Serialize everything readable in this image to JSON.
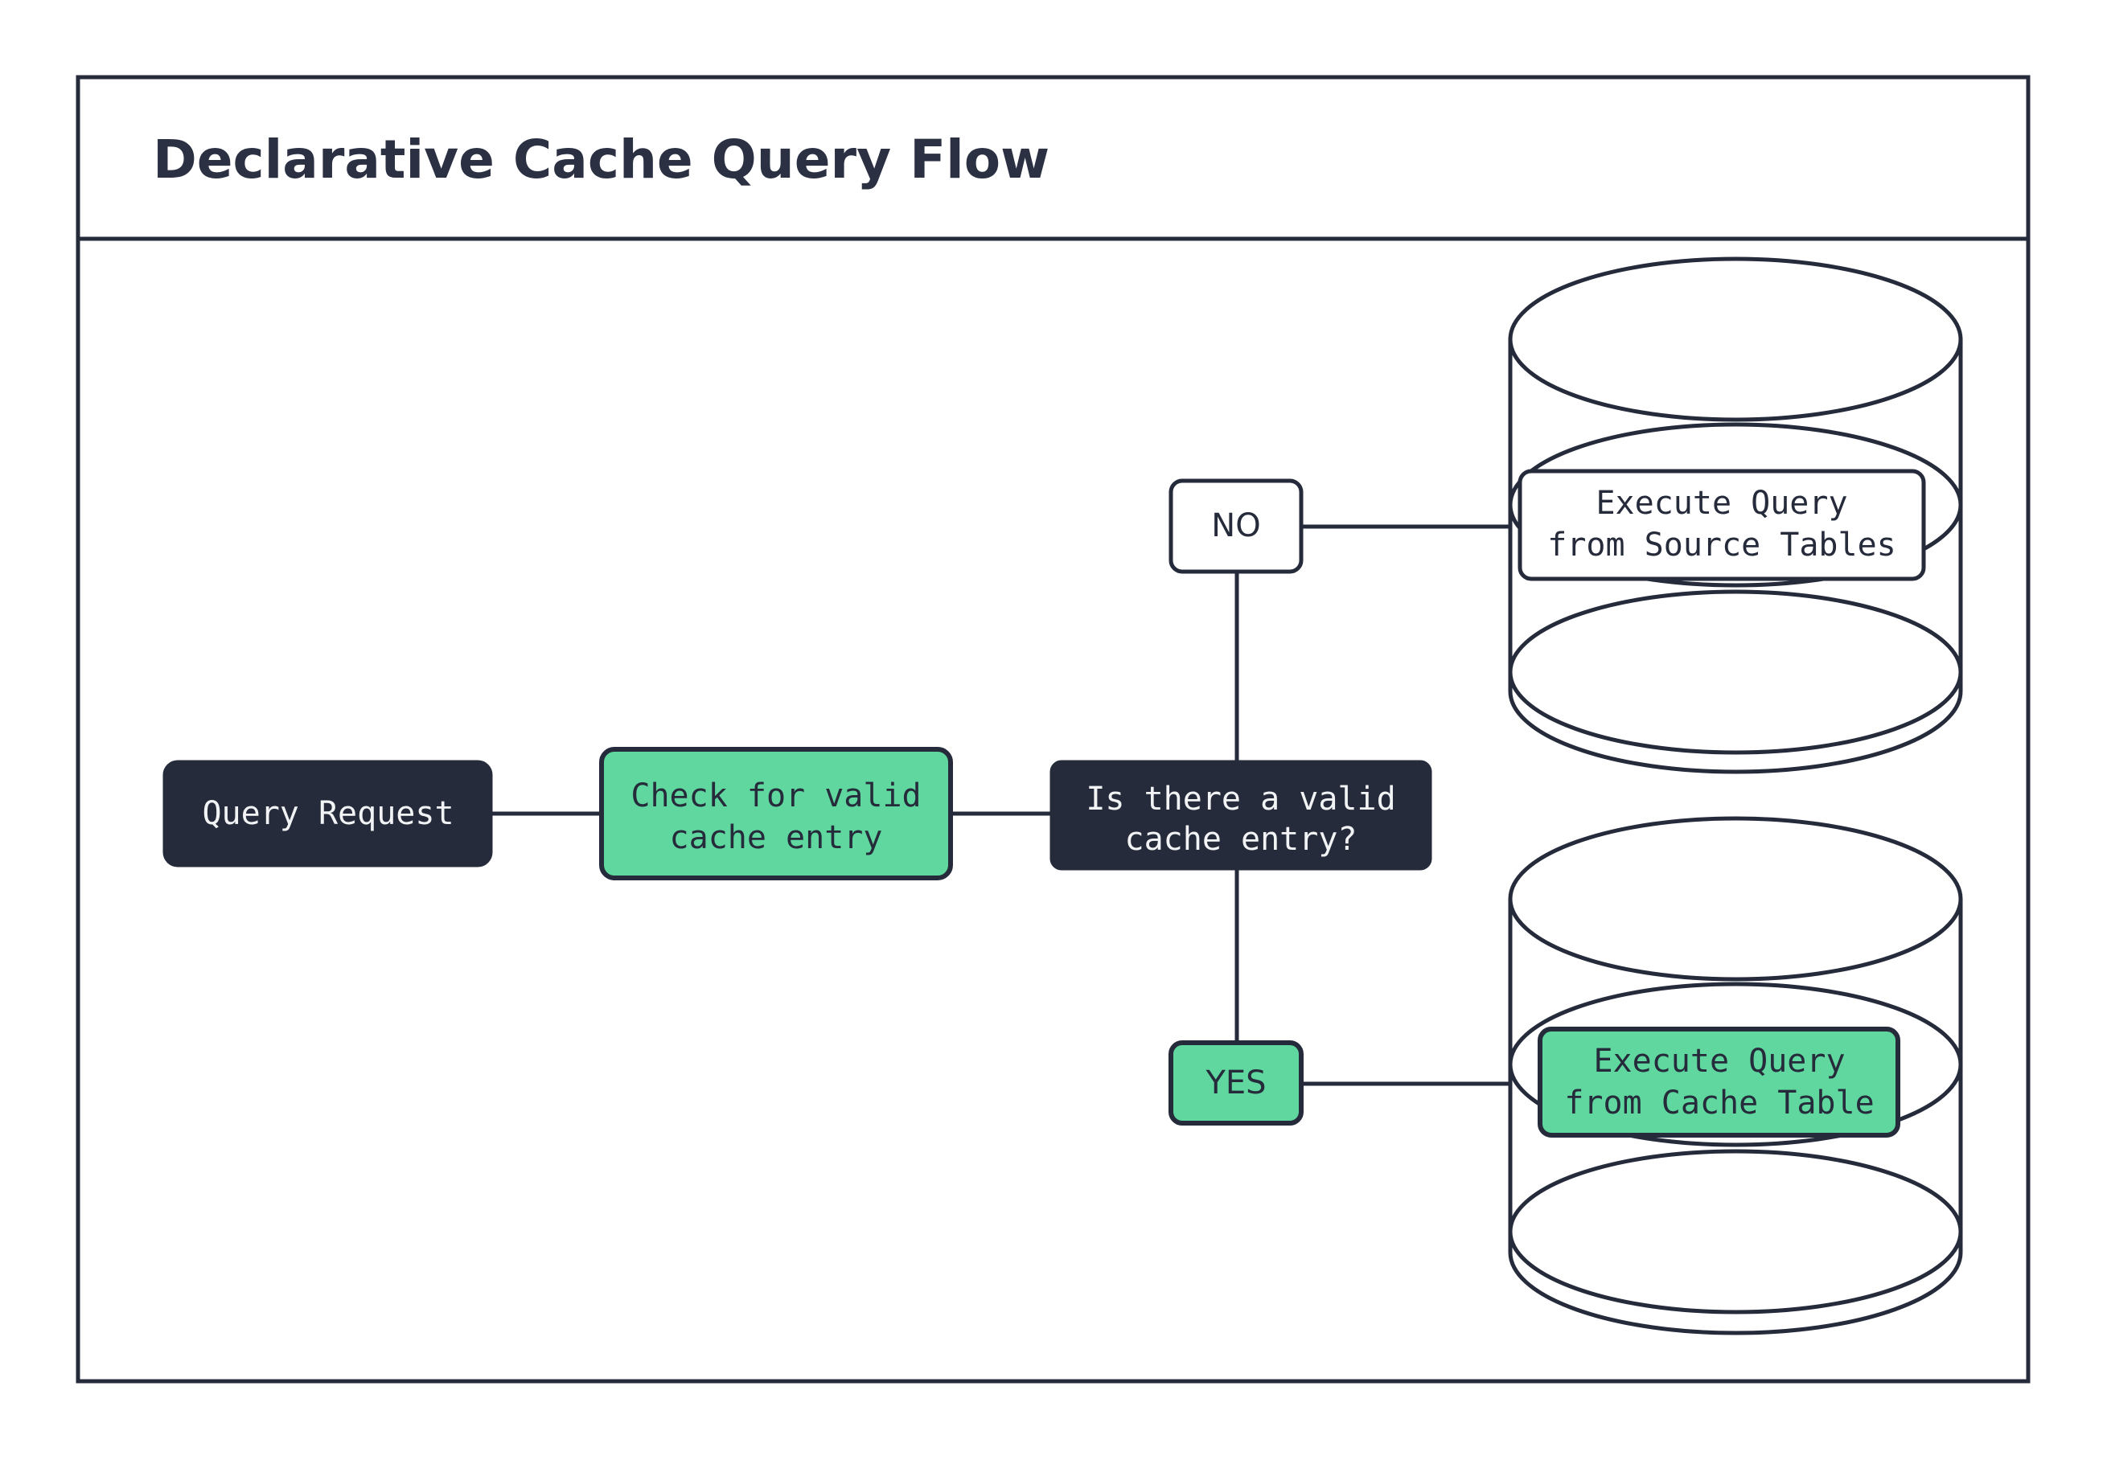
{
  "diagram": {
    "title": "Declarative Cache Query Flow",
    "colors": {
      "ink": "#262B3B",
      "accent_green": "#5FD79F",
      "surface": "#FFFFFF",
      "text_on_dark": "#F2F3F5"
    },
    "nodes": {
      "query_request": {
        "label": "Query Request",
        "style": "dark"
      },
      "check_cache": {
        "line1": "Check for valid",
        "line2": "cache entry",
        "style": "green"
      },
      "decision": {
        "line1": "Is there a valid",
        "line2": "cache entry?",
        "style": "dark"
      },
      "branch_no": {
        "label": "NO",
        "style": "white"
      },
      "branch_yes": {
        "label": "YES",
        "style": "green"
      },
      "source_db": {
        "line1": "Execute Query",
        "line2": "from Source Tables",
        "style": "white-on-cylinder"
      },
      "cache_db": {
        "line1": "Execute Query",
        "line2": "from Cache Table",
        "style": "green-on-cylinder"
      }
    },
    "edges": [
      {
        "from": "query_request",
        "to": "check_cache",
        "label": ""
      },
      {
        "from": "check_cache",
        "to": "decision",
        "label": ""
      },
      {
        "from": "decision",
        "to": "branch_no",
        "label": "NO"
      },
      {
        "from": "branch_no",
        "to": "source_db",
        "label": ""
      },
      {
        "from": "decision",
        "to": "branch_yes",
        "label": "YES"
      },
      {
        "from": "branch_yes",
        "to": "cache_db",
        "label": ""
      }
    ]
  }
}
